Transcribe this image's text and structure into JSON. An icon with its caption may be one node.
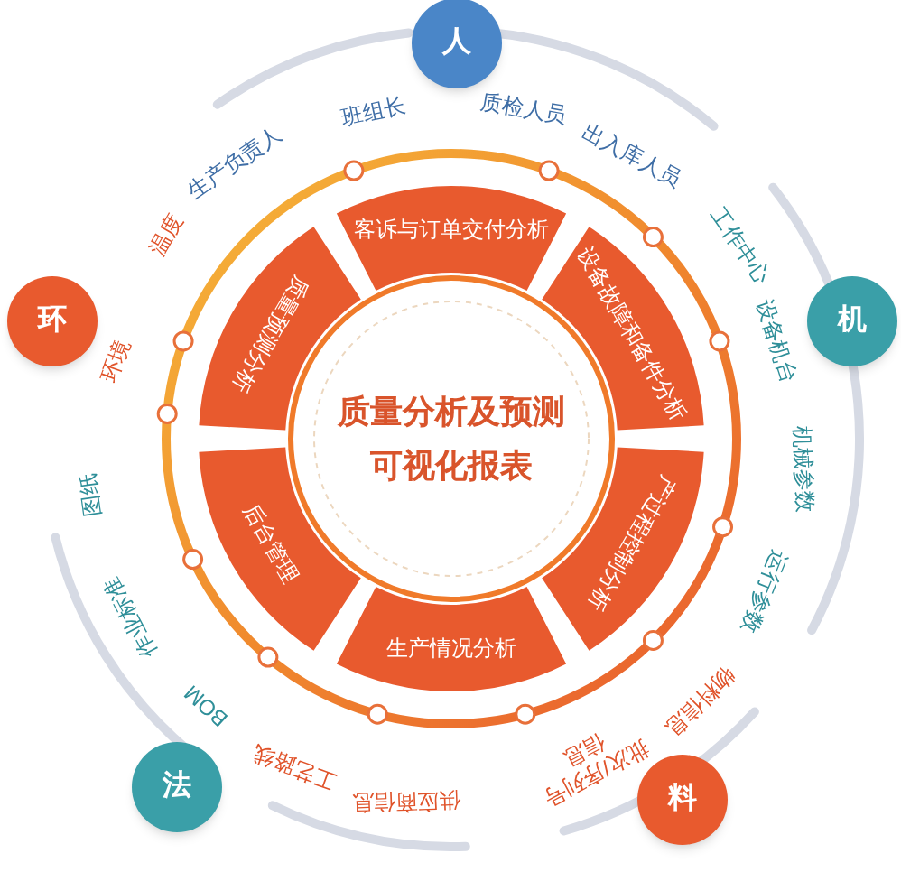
{
  "diagram": {
    "nodes": [
      {
        "text": [
          "质量分析及预测可视化报表"
        ]
      },
      {
        "text": [
          "客诉与订单交付分析"
        ]
      },
      {
        "text": [
          "设备故障和备件分析"
        ]
      },
      {
        "text": [
          "产过程控制分析"
        ]
      },
      {
        "text": [
          "生产情况分析"
        ]
      },
      {
        "text": [
          "后台管理"
        ]
      },
      {
        "text": [
          "质量预测分析"
        ]
      },
      {
        "text": [
          "人"
        ]
      },
      {
        "text": [
          "机"
        ]
      },
      {
        "text": [
          "料"
        ]
      },
      {
        "text": [
          "法"
        ]
      },
      {
        "text": [
          "环"
        ]
      }
    ],
    "labels": [
      "温度",
      "生产负责人",
      "班组长",
      "质检人员",
      "出入库人员",
      "工作中心",
      "设备机台",
      "机械参数",
      "运行参数",
      "物料信息",
      "批次/序列号信息",
      "供应商信息",
      "工艺路线",
      "BOM",
      "作业标准",
      "图纸",
      "环境"
    ]
  }
}
